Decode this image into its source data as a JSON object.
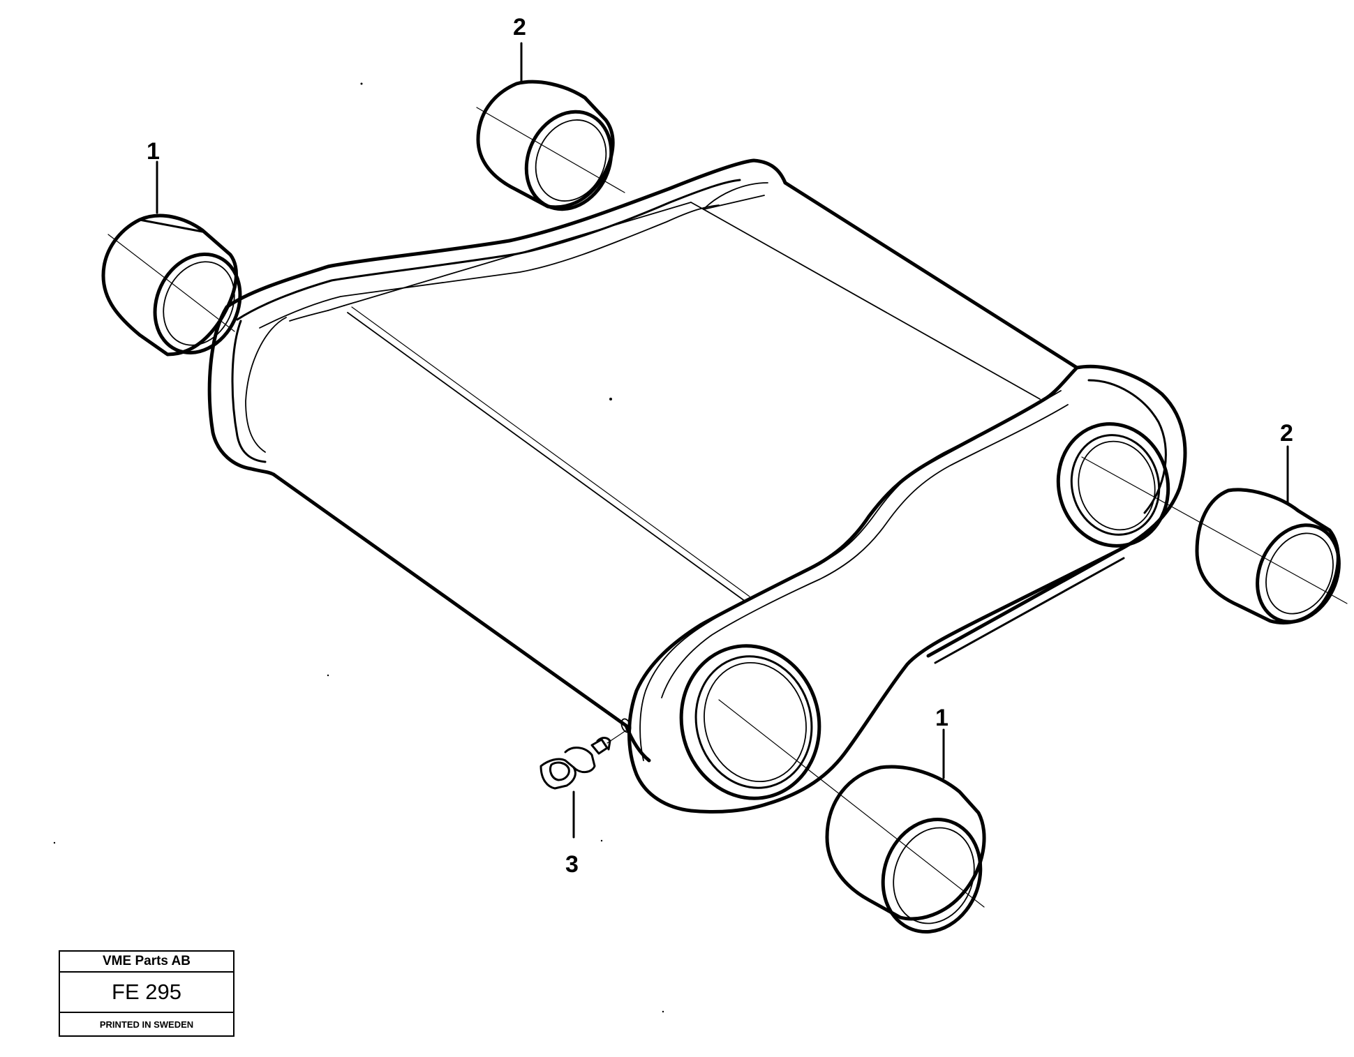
{
  "diagram": {
    "callouts": [
      {
        "id": "callout-1-top-left",
        "label": "1"
      },
      {
        "id": "callout-2-top",
        "label": "2"
      },
      {
        "id": "callout-2-right",
        "label": "2"
      },
      {
        "id": "callout-1-bottom",
        "label": "1"
      },
      {
        "id": "callout-3-grease-nipple",
        "label": "3"
      }
    ]
  },
  "title_block": {
    "company": "VME Parts AB",
    "drawing_code": "FE 295",
    "printed": "PRINTED IN SWEDEN"
  }
}
